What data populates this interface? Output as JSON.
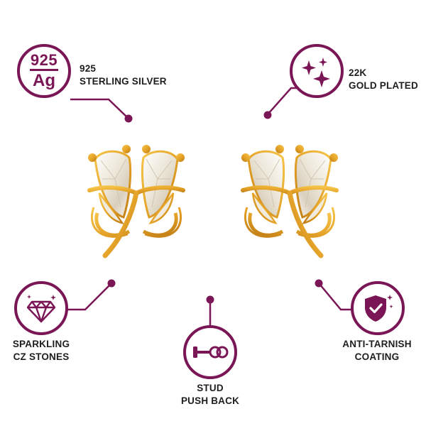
{
  "colors": {
    "accent": "#7a1656",
    "gold": "#e6a52a",
    "gold_dark": "#c07c14",
    "crystal": "#f3efe6"
  },
  "features": {
    "silver": {
      "badge_number": "925",
      "badge_symbol": "Ag",
      "line1": "925",
      "line2": "STERLING SILVER"
    },
    "gold": {
      "icon": "sparkles-icon",
      "line1": "22K",
      "line2": "GOLD PLATED"
    },
    "stones": {
      "icon": "diamond-icon",
      "line1": "SPARKLING",
      "line2": "CZ STONES"
    },
    "back": {
      "icon": "stud-push-back-icon",
      "line1": "STUD",
      "line2": "PUSH BACK"
    },
    "tarnish": {
      "icon": "shield-check-icon",
      "line1": "ANTI-TARNISH",
      "line2": "COATING"
    }
  },
  "product": {
    "image": "dragonfly-stud-earrings-pair"
  }
}
